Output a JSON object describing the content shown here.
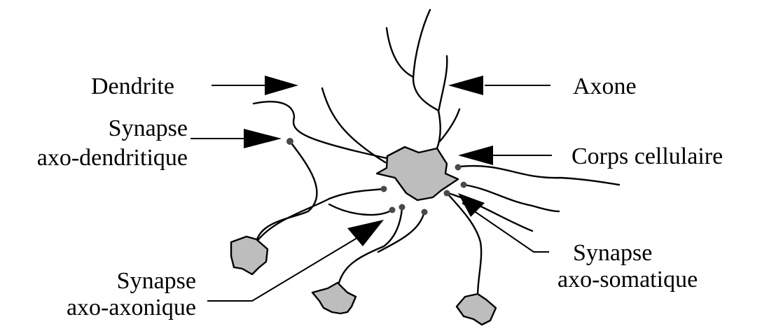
{
  "labels": {
    "dendrite": "Dendrite",
    "axone": "Axone",
    "synapse_axo_dendritique": [
      "Synapse",
      "axo-dendritique"
    ],
    "corps_cellulaire": "Corps cellulaire",
    "synapse_axo_somatique": [
      "Synapse",
      "axo-somatique"
    ],
    "synapse_axo_axonique": [
      "Synapse",
      "axo-axonique"
    ]
  },
  "colors": {
    "stroke": "#000000",
    "cell_fill": "#bdbdbd",
    "synapse_dot": "#4a4a4a",
    "background": "#ffffff"
  }
}
